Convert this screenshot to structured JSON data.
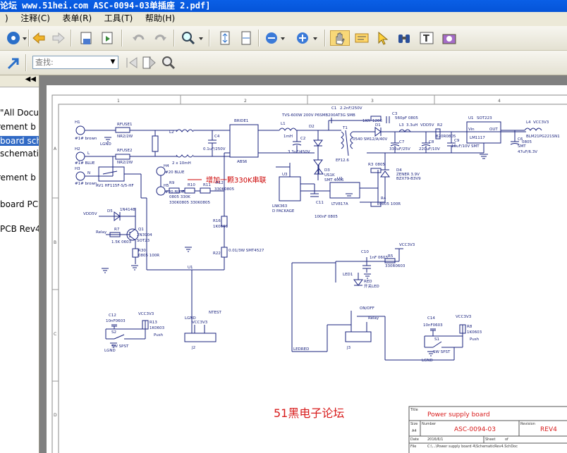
{
  "window": {
    "title": "论坛 www.51hei.com ASC-0094-03单插座 2.pdf]"
  },
  "menu": {
    "items": [
      ")",
      "注释(C)",
      "表单(R)",
      "工具(T)",
      "帮助(H)"
    ]
  },
  "search": {
    "placeholder": "查找:"
  },
  "sidebar": {
    "collapse_label": "◀◀",
    "items": [
      {
        "label": "\"All Docu"
      },
      {
        "label": "rement b"
      },
      {
        "label": "board sch"
      },
      {
        "label": "schematio"
      },
      {
        "label": "rement b"
      },
      {
        "label": "board PC"
      },
      {
        "label": "PCB Rev4"
      }
    ]
  },
  "schematic": {
    "watermark": "51黑电子论坛",
    "annotation": "增加一颗330K串联",
    "title_block": {
      "title_label": "Title",
      "title_value": "Power supply board",
      "size_label": "Size",
      "size_value": "A4",
      "number_label": "Number",
      "number_value": "ASC-0094-03",
      "revision_label": "Revision",
      "revision_value": "REV4",
      "date_label": "Date",
      "date_value": "2016/6/1",
      "file_label": "File",
      "file_value": "C:\\...\\Power supply board 4\\SchematicRev4.SchDoc",
      "sheet_label": "Sheet",
      "of_label": "of"
    },
    "border_cols": [
      "1",
      "2",
      "3",
      "4"
    ],
    "border_rows": [
      "A",
      "B",
      "C",
      "D"
    ],
    "labels": {
      "h1": "H1",
      "h1_note": "#1# brown",
      "h2": "H2",
      "h2_note": "L",
      "h2_sub": "#1# BLUE",
      "h3": "H3",
      "h3_note": "N",
      "h3_sub": "#1# brown",
      "rfuse1": "RFUSE1",
      "rfuse1_val": "NR2/2W",
      "rfuse2": "RFUSE2",
      "rfuse2_val": "NR2/2W",
      "lgnd": "LGND",
      "rv1": "RV1 HF115F-S/5-HF",
      "l2": "L2",
      "l2_val": "2 x 10mH",
      "l3x": "L3",
      "c4": "C4",
      "c4_val": "0.1uF/250V",
      "bridge": "BRIDE1",
      "bridge_part": "ABS6",
      "h4": "H4",
      "h4_note": "#20 BLUE",
      "h5": "H5",
      "h5_note": "#20 BLUE",
      "r9": "R9",
      "r9_val": "0805 330K",
      "r10": "R10",
      "r11": "R11",
      "r12": "R12",
      "r_chain": "330K0805 330K0805",
      "r12_val": "330K0805",
      "l1": "L1",
      "l1_val": "1mH",
      "c2": "C2",
      "c2_val": "3.3uF/450V",
      "tvs": "TVS-600W 200V P6SMB200AT3G SMB",
      "c1": "C1",
      "c1_val": "2.2nF/250V",
      "t1": "T1",
      "t1_val": "EF12.6",
      "d2": "D2",
      "d3": "D3",
      "d3_val": "US1K",
      "d1": "D1",
      "r1": "1KR",
      "r1_val": "1206",
      "c3": "C3",
      "c3_val": "560pF 0805",
      "c5": "0540 SM12/A/40V",
      "l3": "L3",
      "l3_val": "3.3uH",
      "vdd5v": "VDD5V",
      "r2": "R2",
      "r2_val": "820R0805",
      "c7": "C7",
      "c7_val": "330uF/25V",
      "c8": "C8",
      "c8_val": "220uF/10V",
      "c9": "C9",
      "c9_val": "10uF/10V SMT",
      "u1": "U1",
      "u1_val": "SOT223",
      "u1_part": "LM1117",
      "vin": "Vin",
      "vout": "OUT",
      "l4": "L4",
      "vcc3v3": "VCC3V3",
      "l4_val": "BLM21PG221SN1",
      "c10x": "C6",
      "c10x_val": "47uF/6.3V",
      "smt": "SMT",
      "smt2": "0805",
      "u3": "U3",
      "u3_part": "LNK363",
      "u3_pkg": "D PACKAGE",
      "c11": "C11",
      "c11_val": "100nF 0805",
      "u2": "U2",
      "u2_part": "LTV817A",
      "r3": "R3",
      "r3_val": "0805",
      "r4": "R4",
      "r4_val": "0805 100R",
      "d4": "D4",
      "d4_val": "ZENER 3.9V",
      "d4_part": "BZX79-B3V9",
      "smt4006": "SMT 4006",
      "d5": "D5",
      "d5_part": "1N4148",
      "q1": "Q1",
      "q1_part": "2N3904",
      "q1_pkg": "SOT23",
      "r7": "R7",
      "r7_val": "1.5K 0603",
      "relay": "Relay",
      "r30": "R30",
      "r30_val": "0805 100R",
      "r16": "R16",
      "r16_val": "1K0603",
      "r22": "R22",
      "r22_val": "0.01/3W SMT4527",
      "c10": "C10",
      "c10_val": "1nF 0603",
      "r5": "R5",
      "r5_val": "330R0603",
      "led1": "LED1",
      "led1_val": "RED",
      "led_label": "开关LED",
      "c12": "C12",
      "c12_val": "10nF0603",
      "s2": "S2",
      "s2_val": "SW SPST",
      "r13": "R13",
      "r13_val": "1K0603",
      "push": "Push",
      "j2": "J2",
      "ntest": "NTEST",
      "j3": "J3",
      "onoff": "ON/OFF",
      "ledred": "LEDRED",
      "c14": "C14",
      "c14_val": "10nF0603",
      "s1": "S1",
      "s1_val": "SW SPST",
      "r8": "R8",
      "r8_val": "1K0603",
      "u1net": "U1"
    }
  }
}
